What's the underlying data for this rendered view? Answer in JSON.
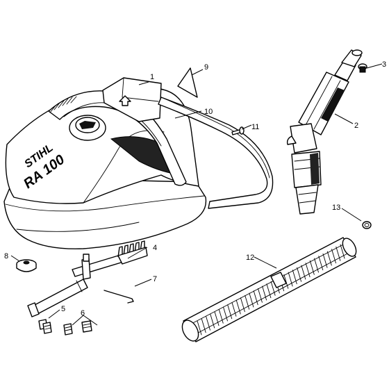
{
  "drawing": {
    "brand_text": "STIHL",
    "model_text": "RA 100"
  },
  "callouts": [
    {
      "id": "1",
      "label": "1"
    },
    {
      "id": "2",
      "label": "2"
    },
    {
      "id": "3",
      "label": "3"
    },
    {
      "id": "4",
      "label": "4"
    },
    {
      "id": "5",
      "label": "5"
    },
    {
      "id": "6",
      "label": "6"
    },
    {
      "id": "7",
      "label": "7"
    },
    {
      "id": "8",
      "label": "8"
    },
    {
      "id": "9",
      "label": "9"
    },
    {
      "id": "10",
      "label": "10"
    },
    {
      "id": "11",
      "label": "11"
    },
    {
      "id": "12",
      "label": "12"
    },
    {
      "id": "13",
      "label": "13"
    }
  ]
}
